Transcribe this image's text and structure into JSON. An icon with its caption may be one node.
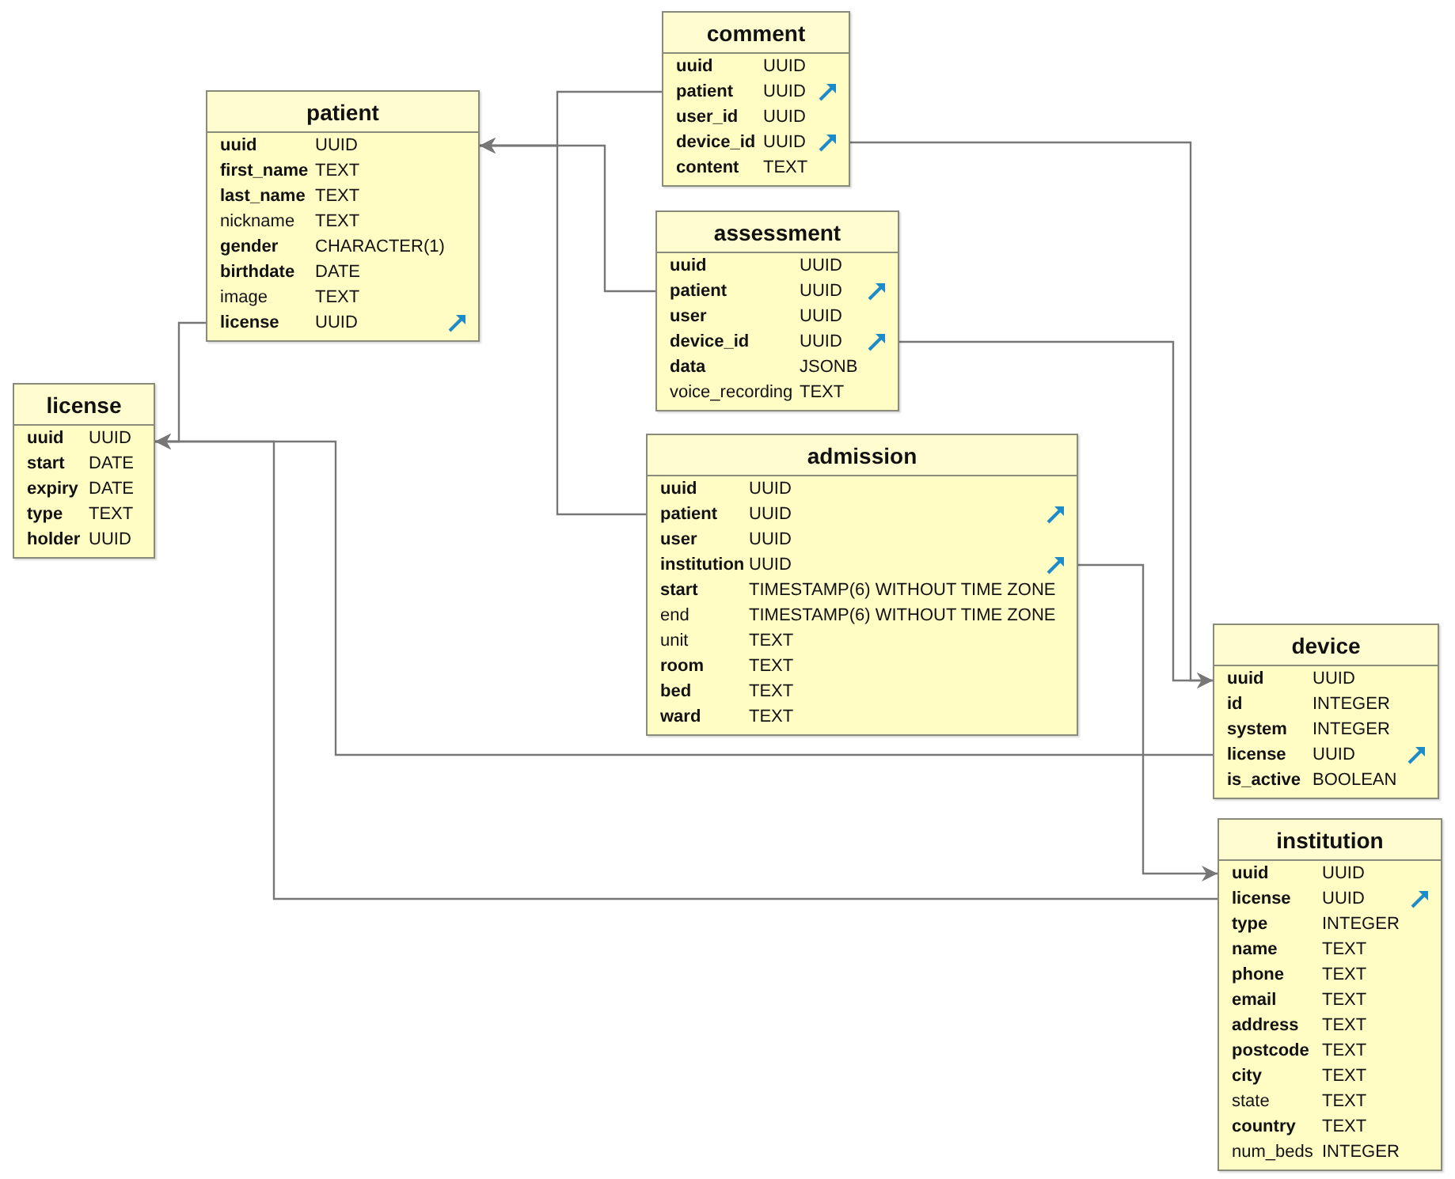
{
  "diagram": {
    "nodes": [
      {
        "text": [
          "comment"
        ]
      },
      {
        "text": [
          "**uuid**",
          "UUID"
        ],
        "in": 0
      },
      {
        "text": [
          "**patient**",
          "UUID"
        ],
        "in": 0
      },
      {
        "text": [
          "**user_id**",
          "UUID"
        ],
        "in": 0
      },
      {
        "text": [
          "**device_id**",
          "UUID"
        ],
        "in": 0
      },
      {
        "text": [
          "**content**",
          "TEXT"
        ],
        "in": 0
      },
      {
        "text": [
          "patient"
        ]
      },
      {
        "text": [
          "**uuid**",
          "UUID"
        ],
        "in": 6
      },
      {
        "text": [
          "**first_name**",
          "TEXT"
        ],
        "in": 6
      },
      {
        "text": [
          "**last_name**",
          "TEXT"
        ],
        "in": 6
      },
      {
        "text": [
          "nickname",
          "TEXT"
        ],
        "in": 6
      },
      {
        "text": [
          "**gender**",
          "CHARACTER(1)"
        ],
        "in": 6
      },
      {
        "text": [
          "**birthdate**",
          "DATE"
        ],
        "in": 6
      },
      {
        "text": [
          "image",
          "TEXT"
        ],
        "in": 6
      },
      {
        "text": [
          "**license**",
          "UUID"
        ],
        "in": 6
      },
      {
        "text": [
          "assessment"
        ]
      },
      {
        "text": [
          "**uuid**",
          "UUID"
        ],
        "in": 15
      },
      {
        "text": [
          "**patient**",
          "UUID"
        ],
        "in": 15
      },
      {
        "text": [
          "**user**",
          "UUID"
        ],
        "in": 15
      },
      {
        "text": [
          "**device_id**",
          "UUID"
        ],
        "in": 15
      },
      {
        "text": [
          "**data**",
          "JSONB"
        ],
        "in": 15
      },
      {
        "text": [
          "voice_recording",
          "TEXT"
        ],
        "in": 15
      },
      {
        "text": [
          "license"
        ]
      },
      {
        "text": [
          "**uuid**",
          "UUID"
        ],
        "in": 22
      },
      {
        "text": [
          "**start**",
          "DATE"
        ],
        "in": 22
      },
      {
        "text": [
          "**expiry**",
          "DATE"
        ],
        "in": 22
      },
      {
        "text": [
          "**type**",
          "TEXT"
        ],
        "in": 22
      },
      {
        "text": [
          "**holder**",
          "UUID"
        ],
        "in": 22
      },
      {
        "text": [
          "admission"
        ]
      },
      {
        "text": [
          "**uuid**",
          "UUID"
        ],
        "in": 28
      },
      {
        "text": [
          "**patient**",
          "UUID"
        ],
        "in": 28
      },
      {
        "text": [
          "**user**",
          "UUID"
        ],
        "in": 28
      },
      {
        "text": [
          "**institution**",
          "UUID"
        ],
        "in": 28
      },
      {
        "text": [
          "**start**",
          "TIMESTAMP(6) WITHOUT TIME ZONE"
        ],
        "in": 28
      },
      {
        "text": [
          "end",
          "TIMESTAMP(6) WITHOUT TIME ZONE"
        ],
        "in": 28
      },
      {
        "text": [
          "unit",
          "TEXT"
        ],
        "in": 28
      },
      {
        "text": [
          "**room**",
          "TEXT"
        ],
        "in": 28
      },
      {
        "text": [
          "**bed**",
          "TEXT"
        ],
        "in": 28
      },
      {
        "text": [
          "**ward**",
          "TEXT"
        ],
        "in": 28
      },
      {
        "text": [
          "device"
        ]
      },
      {
        "text": [
          "**uuid**",
          "UUID"
        ],
        "in": 39
      },
      {
        "text": [
          "**id**",
          "INTEGER"
        ],
        "in": 39
      },
      {
        "text": [
          "**system**",
          "INTEGER"
        ],
        "in": 39
      },
      {
        "text": [
          "**license**",
          "UUID"
        ],
        "in": 39
      },
      {
        "text": [
          "**is_active**",
          "BOOLEAN"
        ],
        "in": 39
      },
      {
        "text": [
          "institution"
        ]
      },
      {
        "text": [
          "**uuid**",
          "UUID"
        ],
        "in": 45
      },
      {
        "text": [
          "**license**",
          "UUID"
        ],
        "in": 45
      },
      {
        "text": [
          "**type**",
          "INTEGER"
        ],
        "in": 45
      },
      {
        "text": [
          "**name**",
          "TEXT"
        ],
        "in": 45
      },
      {
        "text": [
          "**phone**",
          "TEXT"
        ],
        "in": 45
      },
      {
        "text": [
          "**email**",
          "TEXT"
        ],
        "in": 45
      },
      {
        "text": [
          "**address**",
          "TEXT"
        ],
        "in": 45
      },
      {
        "text": [
          "**postcode**",
          "TEXT"
        ],
        "in": 45
      },
      {
        "text": [
          "**city**",
          "TEXT"
        ],
        "in": 45
      },
      {
        "text": [
          "state",
          "TEXT"
        ],
        "in": 45
      },
      {
        "text": [
          "**country**",
          "TEXT"
        ],
        "in": 45
      },
      {
        "text": [
          "num_beds",
          "INTEGER"
        ],
        "in": 45
      }
    ],
    "edges": [
      {
        "from": 2,
        "to": 6,
        "arrow": "to"
      },
      {
        "from": 4,
        "to": 39,
        "arrow": "to"
      },
      {
        "from": 14,
        "to": 22,
        "arrow": "to"
      },
      {
        "from": 17,
        "to": 6,
        "arrow": "to"
      },
      {
        "from": 19,
        "to": 39,
        "arrow": "to"
      },
      {
        "from": 30,
        "to": 6,
        "arrow": "to"
      },
      {
        "from": 32,
        "to": 45,
        "arrow": "to"
      },
      {
        "from": 43,
        "to": 22,
        "arrow": "to"
      },
      {
        "from": 47,
        "to": 22,
        "arrow": "to"
      }
    ]
  }
}
